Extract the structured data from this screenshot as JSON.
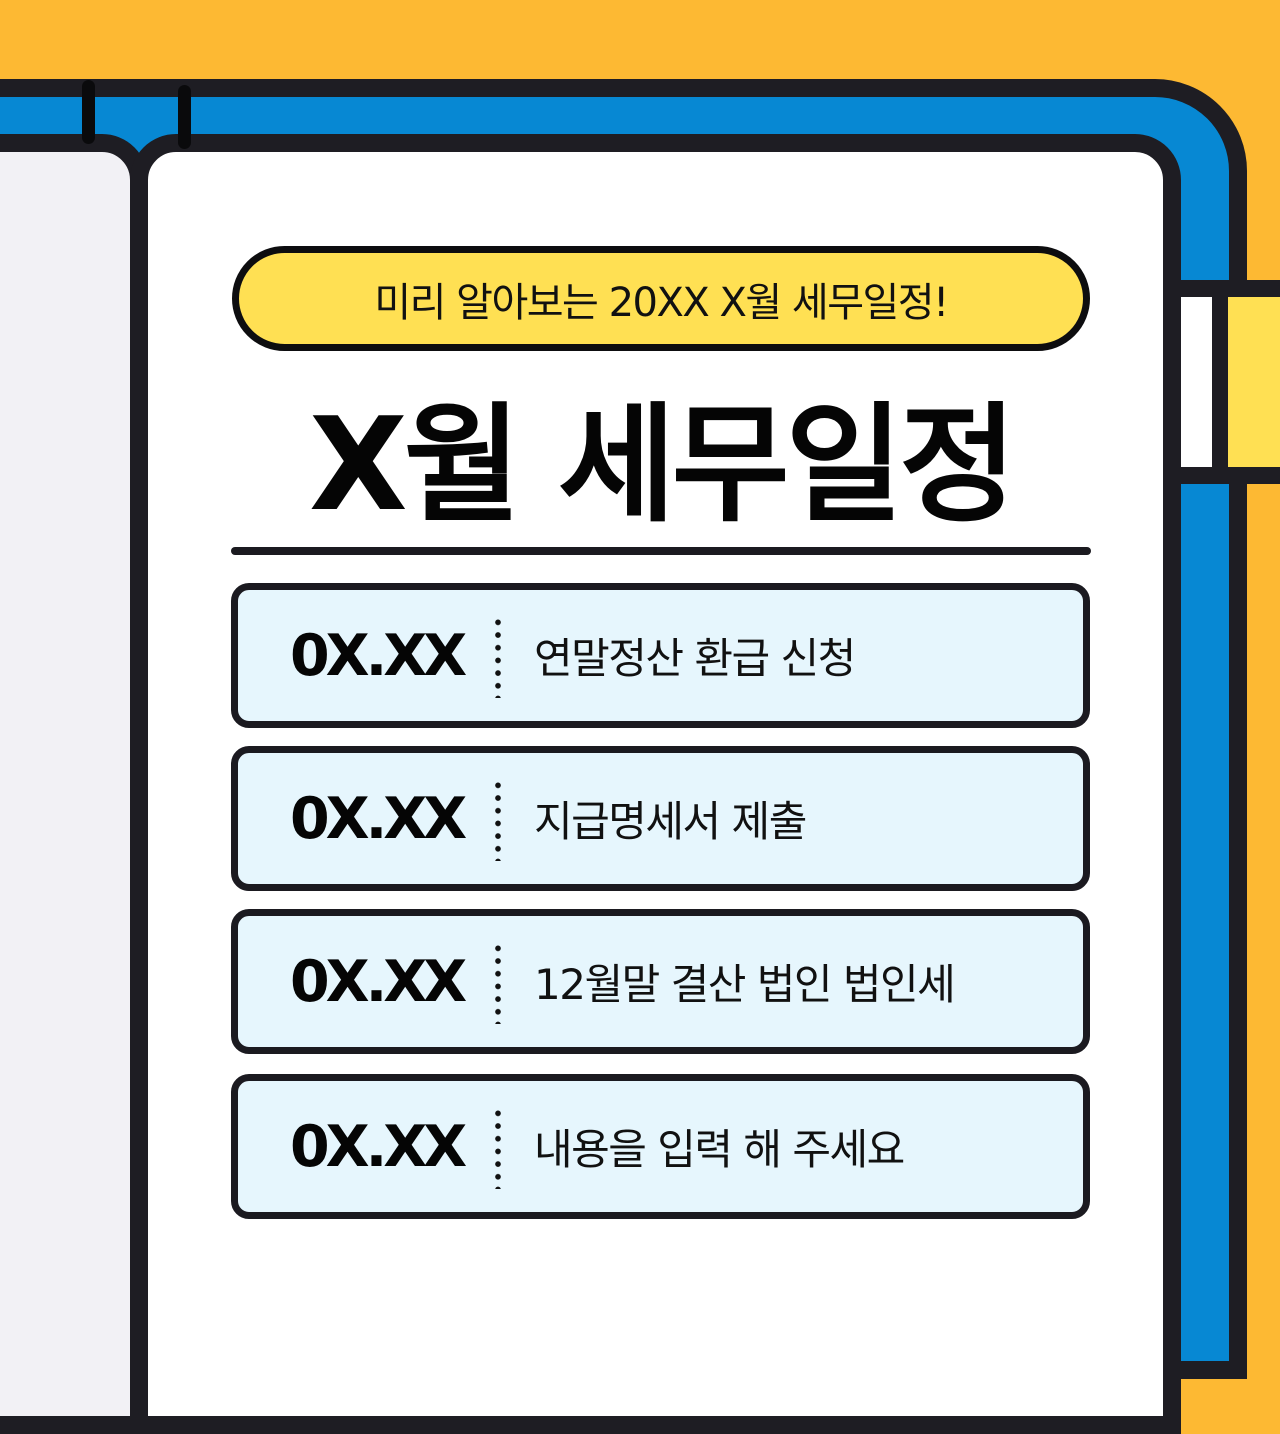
{
  "colors": {
    "background": "#fdb933",
    "frame_blue": "#0788d3",
    "outline": "#1e1d23",
    "pill_yellow": "#ffe053",
    "row_fill": "#e6f6fd",
    "left_page": "#f2f1f5"
  },
  "header": {
    "subtitle": "미리 알아보는 20XX X월 세무일정!",
    "title": "X월 세무일정"
  },
  "schedule": [
    {
      "date": "0X.XX",
      "text": "연말정산 환급 신청"
    },
    {
      "date": "0X.XX",
      "text": "지급명세서 제출"
    },
    {
      "date": "0X.XX",
      "text": "12월말 결산 법인 법인세"
    },
    {
      "date": "0X.XX",
      "text": "내용을 입력 해 주세요"
    }
  ]
}
